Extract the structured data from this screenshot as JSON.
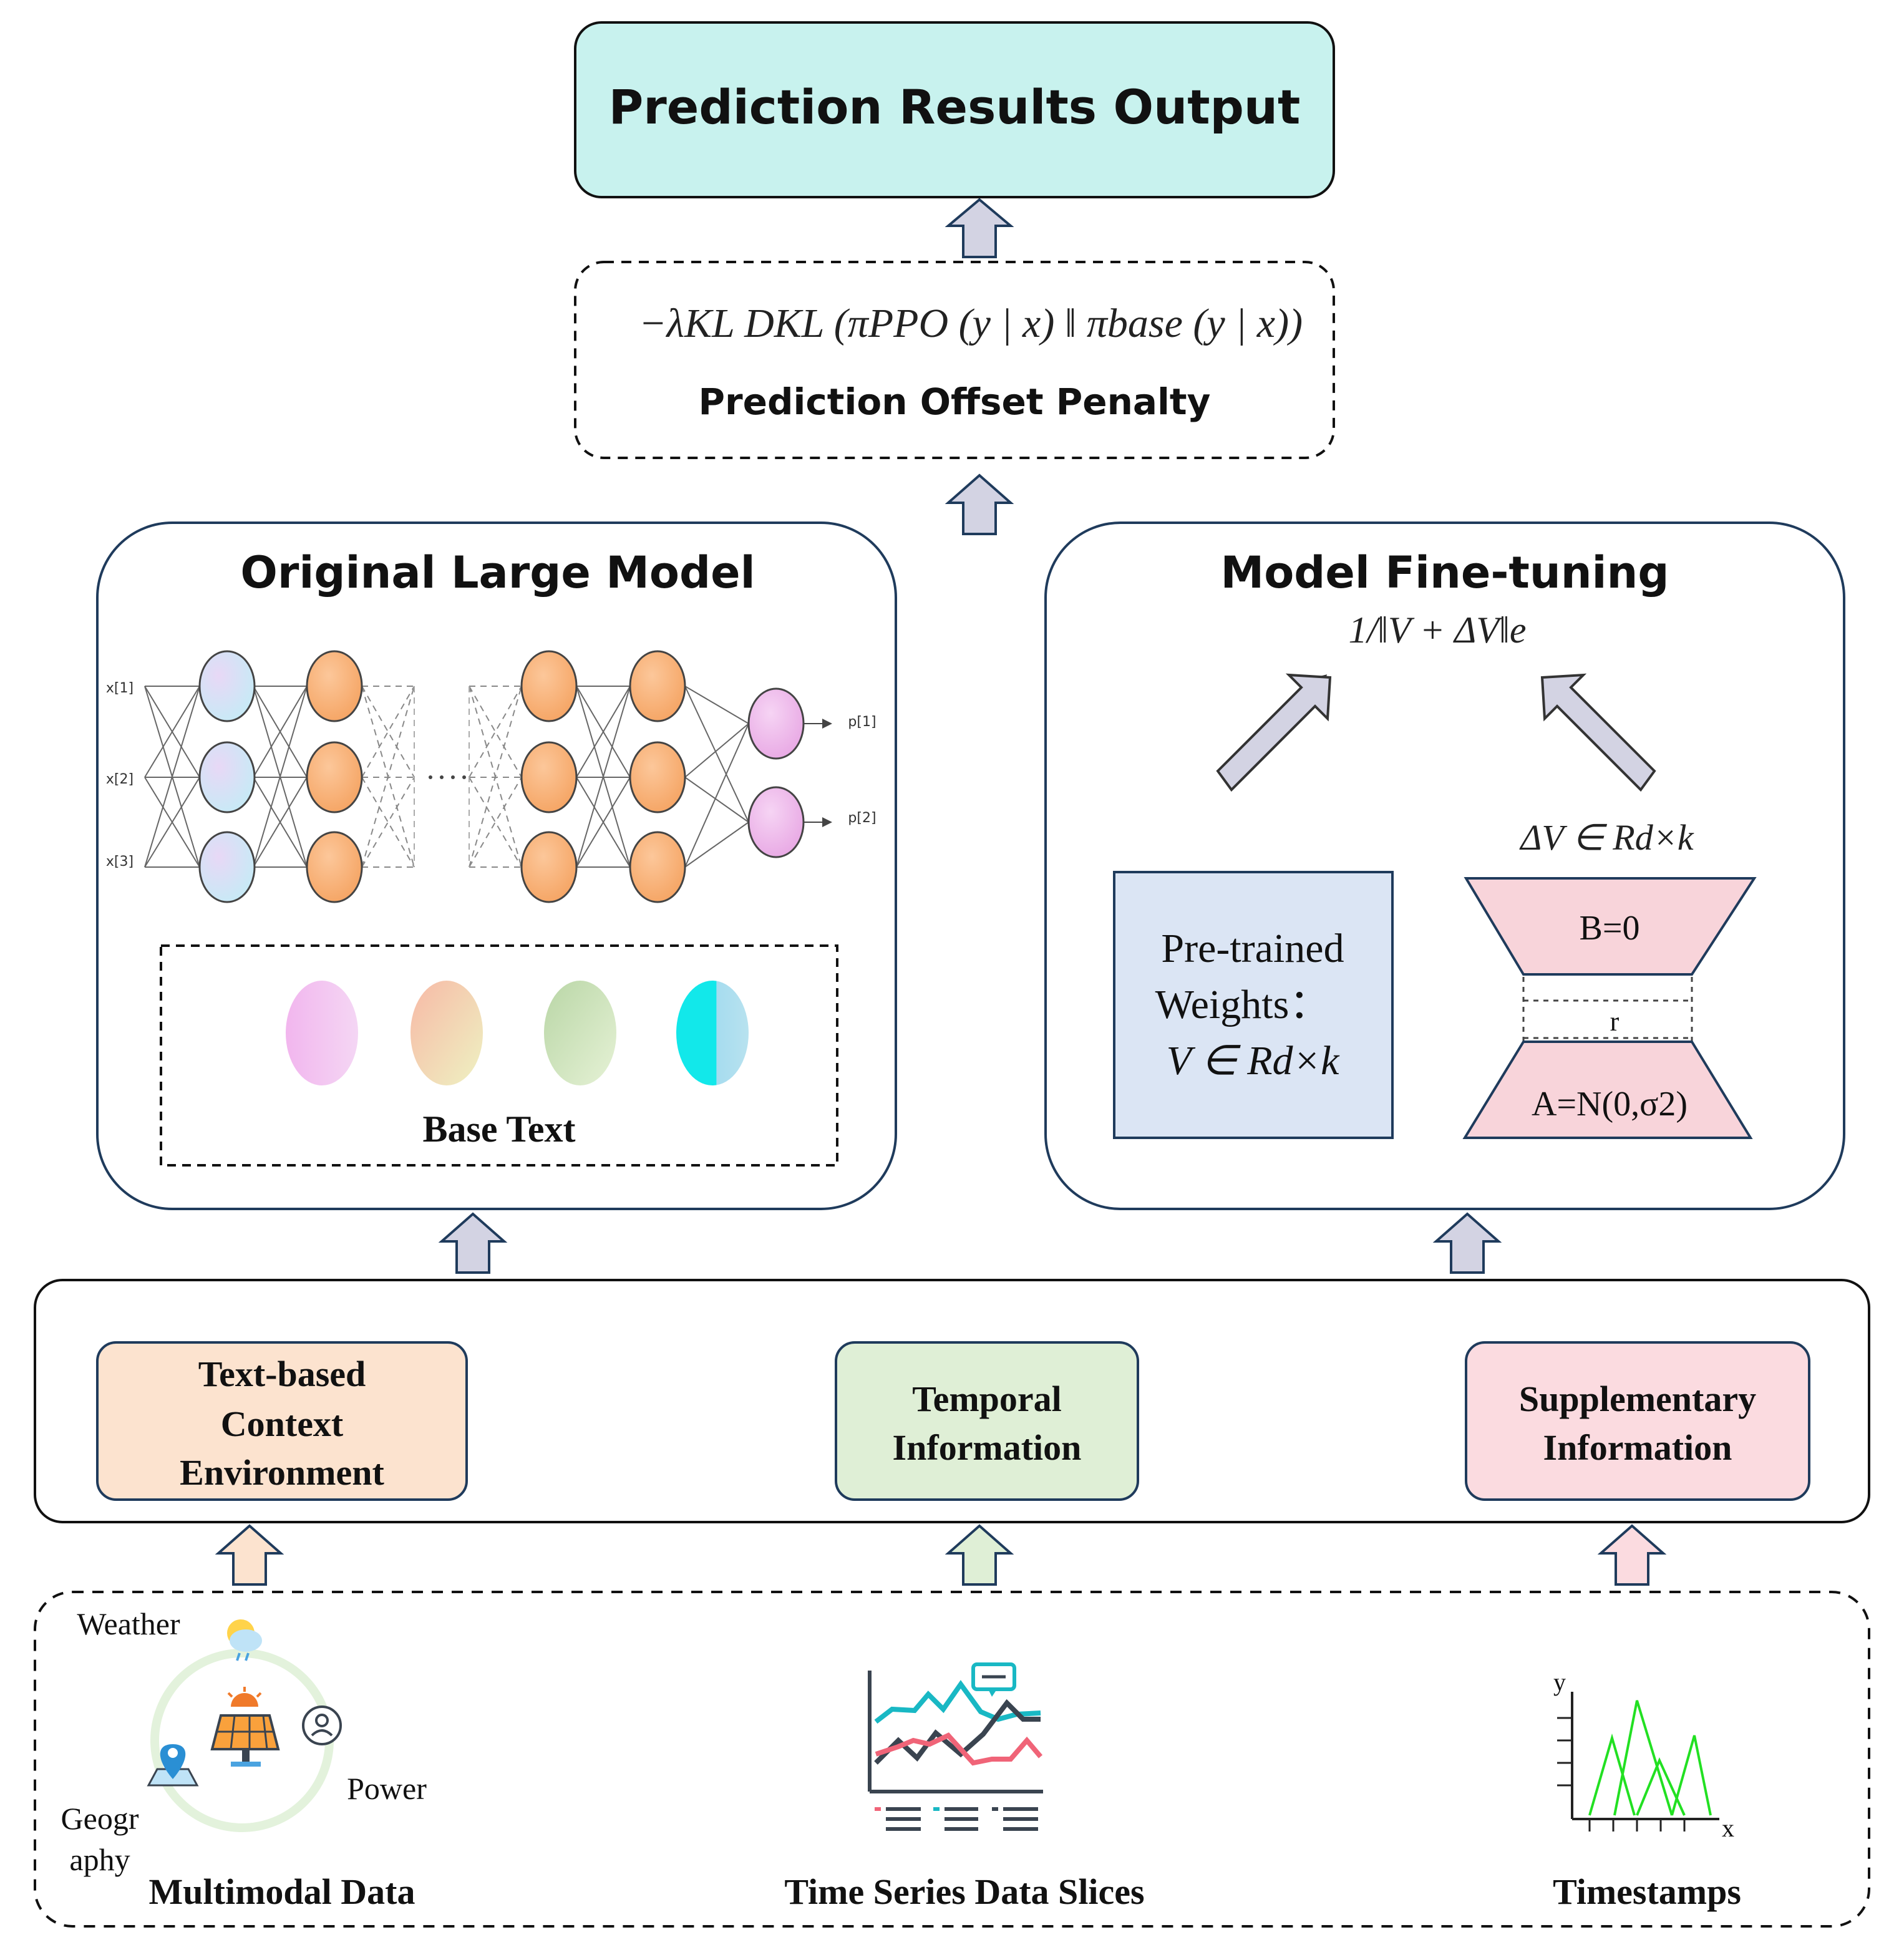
{
  "output": {
    "title": "Prediction Results Output"
  },
  "penalty": {
    "formula": "−λKL DKL (πPPO (y | x) ‖ πbase (y | x))",
    "label": "Prediction Offset Penalty"
  },
  "original_model": {
    "title": "Original Large Model",
    "inputs": [
      "x[1]",
      "x[2]",
      "x[3]"
    ],
    "outputs": [
      "p[1]",
      "p[2]"
    ],
    "base_text_label": "Base Text"
  },
  "fine_tuning": {
    "title": "Model Fine-tuning",
    "objective": "1/‖V + ΔV‖e",
    "delta_space": "ΔV ∈ Rd×k",
    "pretrained_line1": "Pre-trained",
    "pretrained_line2": "Weights：",
    "pretrained_line3": "V ∈ Rd×k",
    "b_label": "B=0",
    "r_label": "r",
    "a_label": "A=N(0,σ2)"
  },
  "context": {
    "text_based": [
      "Text-based",
      "Context",
      "Environment"
    ],
    "temporal": [
      "Temporal",
      "Information"
    ],
    "supplementary": [
      "Supplementary",
      "Information"
    ]
  },
  "data_sources": {
    "multimodal": {
      "label": "Multimodal Data",
      "weather": "Weather",
      "power": "Power",
      "geography_line1": "Geogr",
      "geography_line2": "aphy"
    },
    "time_series": {
      "label": "Time Series Data Slices"
    },
    "timestamps": {
      "label": "Timestamps",
      "y_axis": "y",
      "x_axis": "x"
    }
  },
  "colors": {
    "output_fill": "#c8f2ee",
    "text_context_fill": "#fce3cf",
    "temporal_fill": "#dfefd6",
    "supplementary_fill": "#fbdbe0",
    "pretrained_fill": "#dbe5f4",
    "lora_fill": "#f8d4da",
    "arrow_fill": "#d3d3e3",
    "arrow_stroke": "#1f3b5c",
    "node_orange": "#f9b57b",
    "node_blue": "#d7e9f7",
    "node_pink": "#f0c0ec",
    "chart_teal": "#19b8c4",
    "chart_red": "#f06478",
    "chart_dark": "#3a4450",
    "timestamp_green": "#22e022"
  }
}
